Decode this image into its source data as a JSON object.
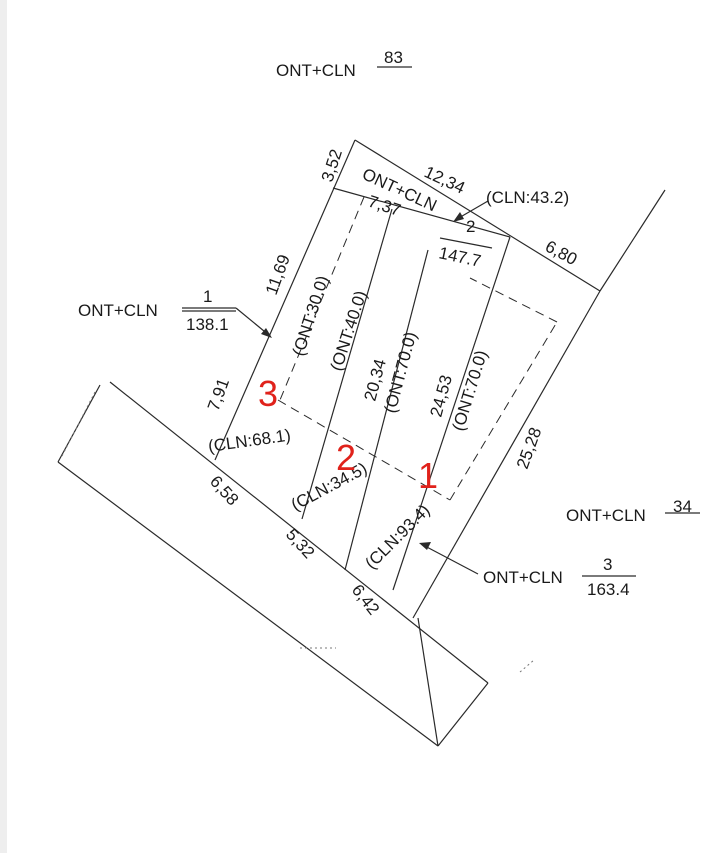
{
  "top_parcel": {
    "land_use": "ONT+CLN",
    "number": "83"
  },
  "parcel_2": {
    "land_use": "ONT+CLN",
    "number": "2",
    "area": "147.7",
    "cln_area": "(CLN:43.2)"
  },
  "parcel_1": {
    "land_use": "ONT+CLN",
    "number": "1",
    "area": "138.1"
  },
  "parcel_34": {
    "land_use": "ONT+CLN",
    "number": "34"
  },
  "parcel_3": {
    "land_use": "ONT+CLN",
    "number": "3",
    "area": "163.4"
  },
  "dimensions": {
    "d_3_52": "3,52",
    "d_12_34": "12,34",
    "d_7_37": "7,37",
    "d_6_80": "6,80",
    "d_11_69": "11,69",
    "d_7_91": "7,91",
    "d_20_34": "20,34",
    "d_24_53": "24,53",
    "d_25_28": "25,28",
    "d_6_58": "6,58",
    "d_5_32": "5,32",
    "d_6_42": "6,42"
  },
  "zones": {
    "ont_30": "(ONT:30.0)",
    "ont_40": "(ONT:40.0)",
    "ont_70_a": "(ONT:70.0)",
    "ont_70_b": "(ONT:70.0)",
    "cln_68_1": "(CLN:68.1)",
    "cln_34_5": "(CLN:34.5)",
    "cln_93_4": "(CLN:93.4)"
  },
  "lot_numbers": {
    "lot_3": "3",
    "lot_2": "2",
    "lot_1": "1"
  },
  "colors": {
    "lines": "#2a2a2a",
    "lot_numbers": "#e0221b",
    "background": "#ffffff"
  }
}
